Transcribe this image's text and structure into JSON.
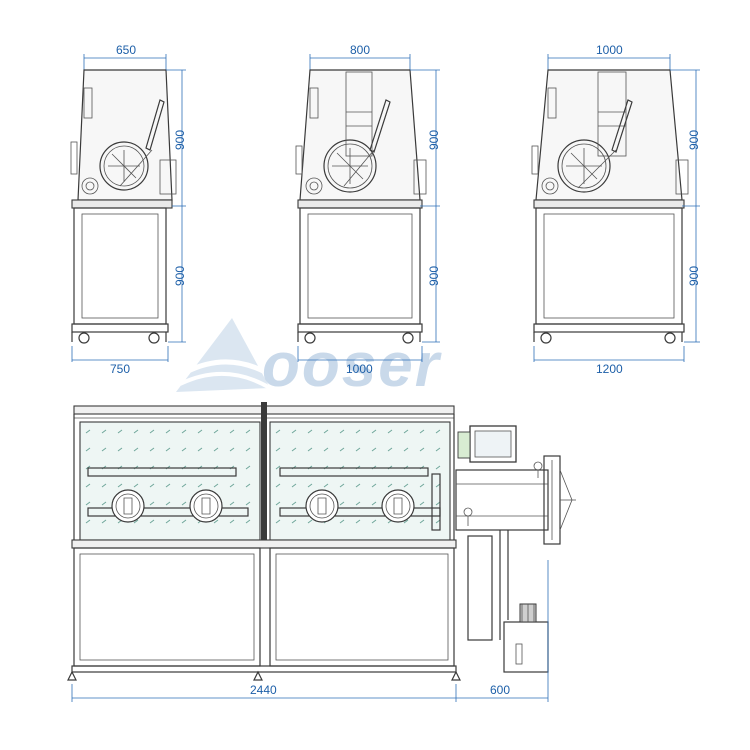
{
  "watermark": {
    "text": "ooser",
    "color": "#c9d9ea"
  },
  "dimension_color": "#1d5fa8",
  "views": {
    "left": {
      "top_width": "650",
      "upper_height": "900",
      "lower_height": "900",
      "base_width": "750"
    },
    "middle": {
      "top_width": "800",
      "upper_height": "900",
      "lower_height": "900",
      "base_width": "1000"
    },
    "right": {
      "top_width": "1000",
      "upper_height": "900",
      "lower_height": "900",
      "base_width": "1200"
    }
  },
  "front": {
    "total_width": "2440",
    "side_width": "600"
  }
}
